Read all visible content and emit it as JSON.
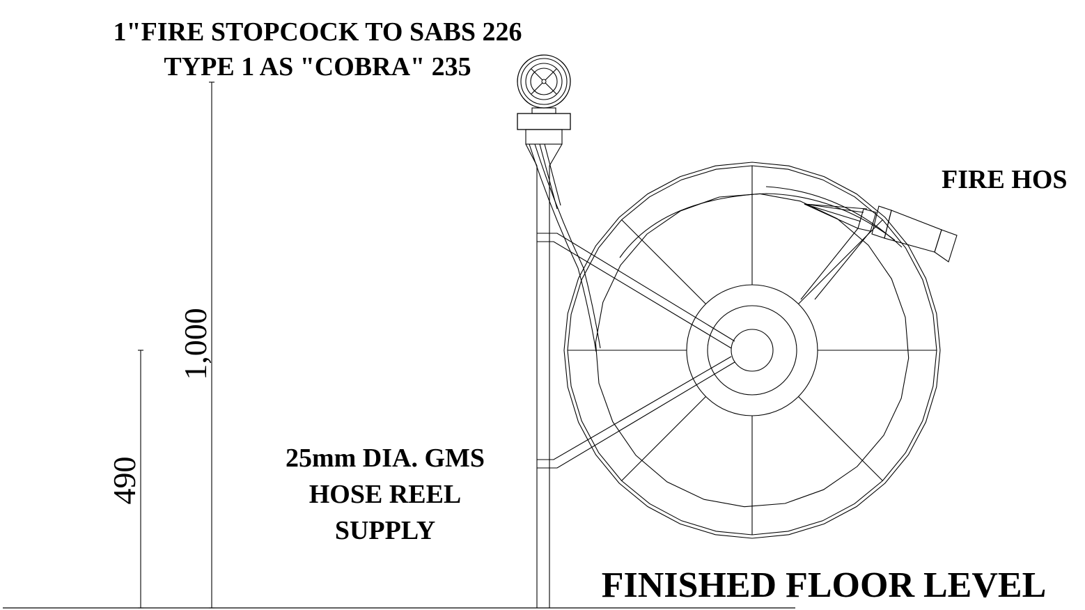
{
  "labels": {
    "stopcock_line1": "1\"FIRE STOPCOCK TO SABS 226",
    "stopcock_line2": "TYPE 1 AS \"COBRA\" 235",
    "fire_hose": "FIRE HOS",
    "supply_line1": "25mm DIA. GMS",
    "supply_line2": "HOSE REEL",
    "supply_line3": "SUPPLY",
    "floor_level": "FINISHED FLOOR LEVEL"
  },
  "dimensions": {
    "stopcock_height": "1,000",
    "reel_center_height": "490"
  }
}
